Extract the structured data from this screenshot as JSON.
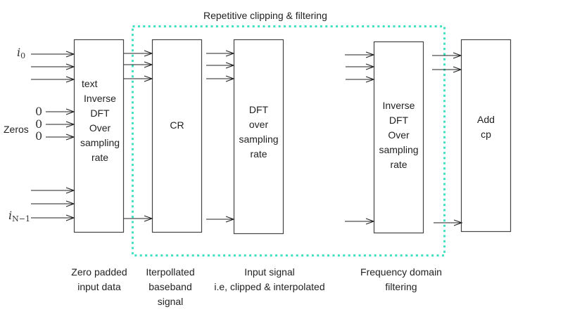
{
  "colors": {
    "group_frame": "#40e0c0",
    "box_stroke": "#444444",
    "wire": "#222222"
  },
  "group": {
    "title": "Repetitive clipping & filtering"
  },
  "inputs": {
    "first": {
      "var": "i",
      "sub": "0"
    },
    "zeros_label": "Zeros",
    "zero_values": [
      "0",
      "0",
      "0"
    ],
    "last": {
      "var": "i",
      "sub": "N−1"
    }
  },
  "blocks": [
    {
      "id": "idft-oversampling",
      "lines": [
        "text",
        "Inverse",
        "DFT",
        "Over",
        "sampling",
        "rate"
      ]
    },
    {
      "id": "cr",
      "lines": [
        "CR"
      ]
    },
    {
      "id": "dft-oversampling",
      "lines": [
        "DFT",
        "over",
        "sampling",
        "rate"
      ]
    },
    {
      "id": "idft-oversampling-2",
      "lines": [
        "Inverse",
        "DFT",
        "Over",
        "sampling",
        "rate"
      ]
    },
    {
      "id": "add-cp",
      "lines": [
        "Add",
        "cp"
      ]
    }
  ],
  "captions": [
    {
      "lines": [
        "Zero padded",
        "input data"
      ]
    },
    {
      "lines": [
        "Iterpollated",
        "baseband",
        "signal"
      ]
    },
    {
      "lines": [
        "Input signal",
        "i.e, clipped & interpolated"
      ]
    },
    {
      "lines": [
        "Frequency domain",
        "filtering"
      ]
    }
  ]
}
